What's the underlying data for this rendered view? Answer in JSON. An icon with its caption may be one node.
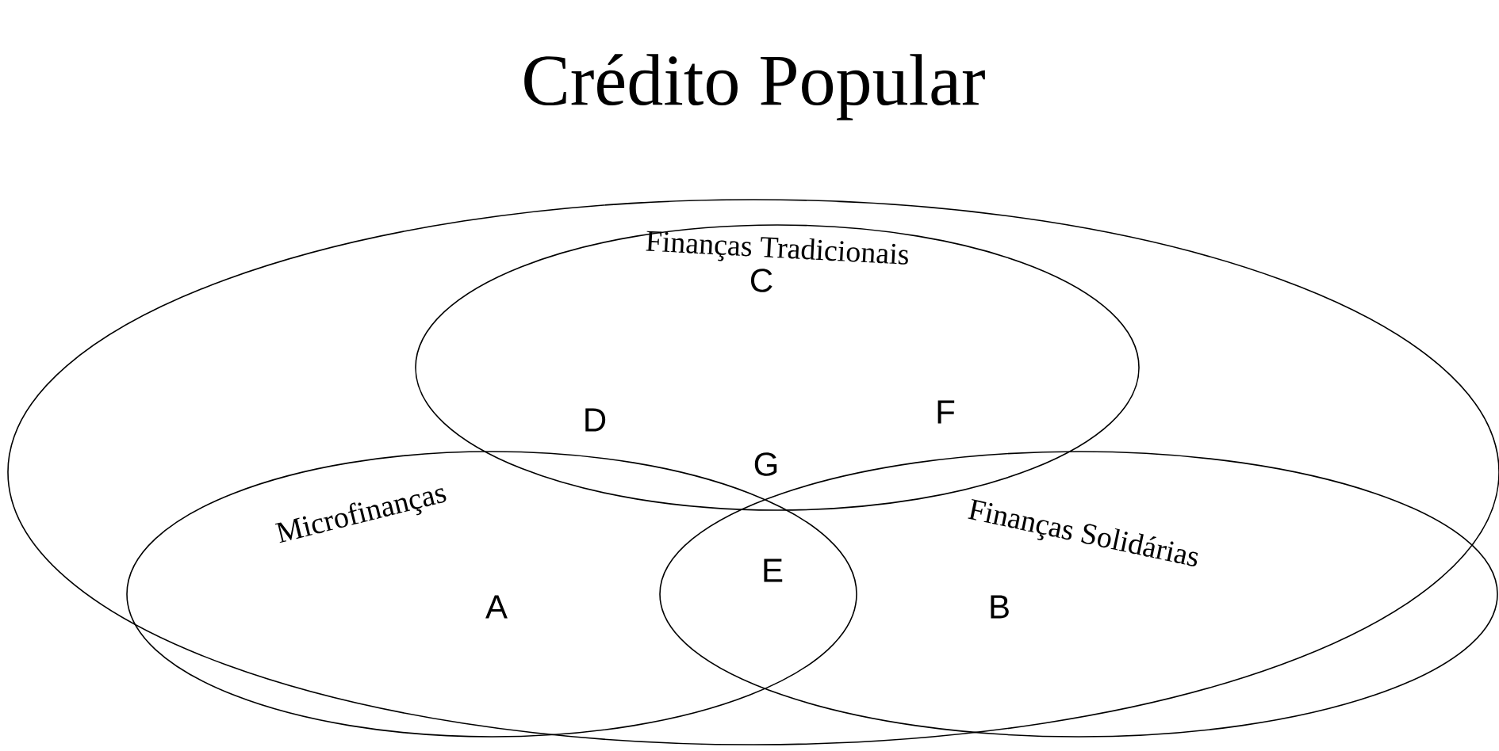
{
  "diagram": {
    "nodes": [
      {
        "text": [
          "Crédito Popular"
        ]
      },
      {
        "text": [
          "Finanças Tradicionais",
          "C"
        ],
        "in": 0
      },
      {
        "text": [
          "Microfinanças",
          "A"
        ],
        "in": 0
      },
      {
        "text": [
          "Finanças Solidárias",
          "B"
        ],
        "in": 0
      }
    ],
    "labels": [
      "D",
      "F",
      "G",
      "E"
    ]
  }
}
